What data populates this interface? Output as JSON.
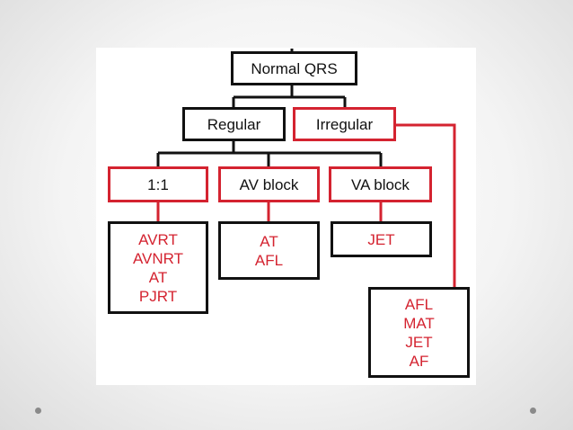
{
  "diagram": {
    "root": "Normal QRS",
    "level1": {
      "regular": "Regular",
      "irregular": "Irregular"
    },
    "level2": {
      "one_to_one": "1:1",
      "av_block": "AV block",
      "va_block": "VA block"
    },
    "leaves": {
      "one_to_one": [
        "AVRT",
        "AVNRT",
        "AT",
        "PJRT"
      ],
      "av_block": [
        "AT",
        "AFL"
      ],
      "va_block": [
        "JET"
      ],
      "irregular": [
        "AFL",
        "MAT",
        "JET",
        "AF"
      ]
    }
  },
  "colors": {
    "accent": "#d42330",
    "line": "#111111"
  }
}
